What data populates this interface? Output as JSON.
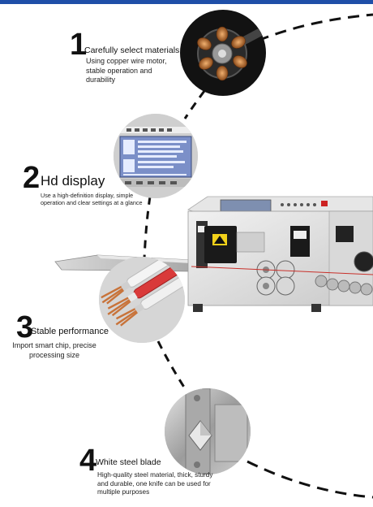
{
  "features": [
    {
      "number": "1",
      "title": "Carefully select materials",
      "description": "Using copper wire motor, stable operation and durability",
      "image": "copper-wire-motor"
    },
    {
      "number": "2",
      "title": "Hd display",
      "description": "Use a high-definition display, simple operation and clear settings at a glance",
      "image": "lcd-display"
    },
    {
      "number": "3",
      "title": "Stable performance",
      "description": "Import smart chip, precise processing size",
      "image": "stripped-wires"
    },
    {
      "number": "4",
      "title": "White steel blade",
      "description": "High-quality steel material, thick, sturdy and durable, one knife can be used for multiple purposes",
      "image": "steel-blade"
    }
  ],
  "product": "wire-stripping-machine",
  "colors": {
    "accent_bar": "#1f4fa8",
    "dashed_arc": "#111111",
    "copper": "#c8733a",
    "display_blue": "#7b8fc8"
  }
}
